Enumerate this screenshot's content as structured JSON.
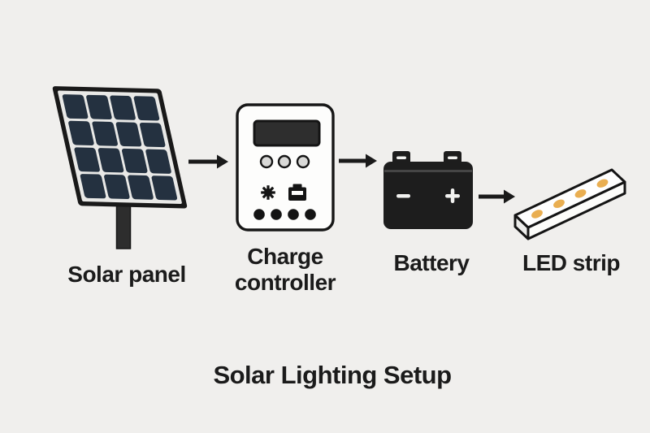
{
  "title": "Solar Lighting Setup",
  "labels": {
    "solar_panel": "Solar panel",
    "charge_controller_line1": "Charge",
    "charge_controller_line2": "controller",
    "battery": "Battery",
    "led_strip": "LED strip"
  },
  "diagram": {
    "type": "flow",
    "nodes": [
      "Solar panel",
      "Charge controller",
      "Battery",
      "LED strip"
    ],
    "edges": [
      [
        "Solar panel",
        "Charge controller"
      ],
      [
        "Charge controller",
        "Battery"
      ],
      [
        "Battery",
        "LED strip"
      ]
    ]
  },
  "icons": {
    "sun_icon": "sun glyph on charge controller",
    "battery_icon": "small battery glyph on charge controller",
    "minus_symbol": "−",
    "plus_symbol": "+"
  },
  "colors": {
    "background": "#f0efed",
    "ink": "#1a1a1a",
    "panel_cell": "#243140",
    "panel_grid": "#e9e9e7",
    "component_fill": "#fdfdfc",
    "battery_body": "#1d1d1d",
    "led_amber": "#e9ae51",
    "button_gray": "#d9d9d7"
  }
}
